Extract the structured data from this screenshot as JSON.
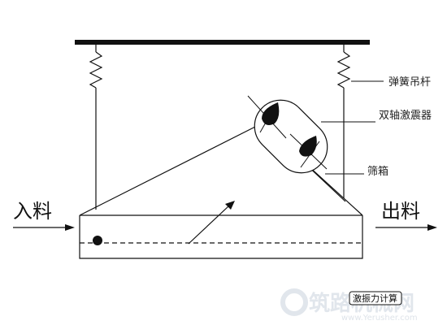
{
  "labels": {
    "spring_rod": "弹簧吊杆",
    "dual_axis_vibrator": "双轴激震器",
    "screen_box": "筛箱",
    "feed_in": "入料",
    "discharge": "出料"
  },
  "caption": "激振力计算",
  "watermark": {
    "text": "筑路机械网",
    "url": "www.Yerusher.com"
  }
}
